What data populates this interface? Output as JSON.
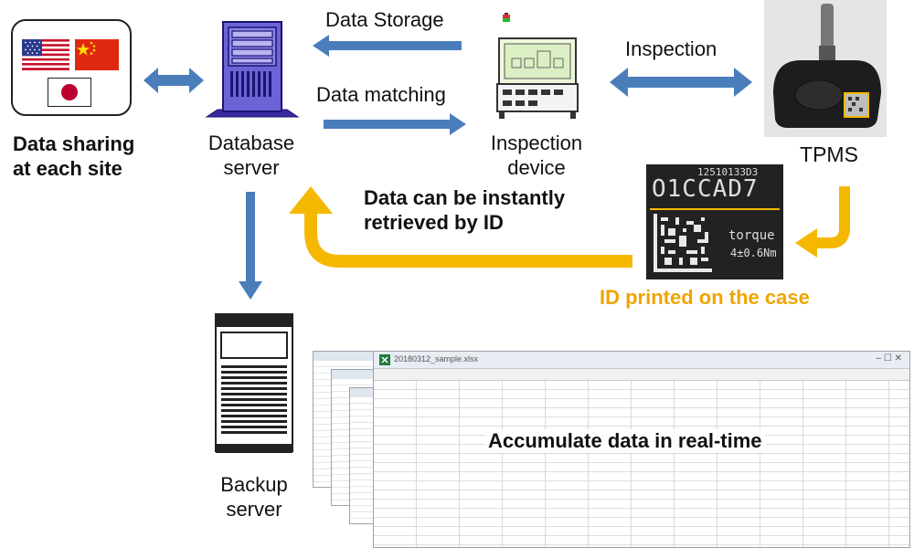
{
  "nodes": {
    "sharing": "Data sharing\nat each site",
    "database_server": "Database\nserver",
    "inspection_device": "Inspection\ndevice",
    "tpms": "TPMS",
    "backup_server": "Backup\nserver"
  },
  "edges": {
    "data_storage": "Data Storage",
    "data_matching": "Data matching",
    "inspection": "Inspection"
  },
  "callouts": {
    "retrieve": "Data can be instantly\nretrieved by ID",
    "id_printed": "ID printed on the case",
    "accumulate": "Accumulate data in real-time"
  },
  "id_label": {
    "serial": "12510133D3",
    "code": "O1CCAD7",
    "torque_word": "torque",
    "torque_value": "4±0.6Nm"
  },
  "spreadsheet": {
    "filename": "20180312_sample.xlsx"
  },
  "colors": {
    "arrow_blue": "#4a7ebb",
    "arrow_yellow": "#f5b800",
    "id_text": "#f0a400"
  },
  "icons": [
    "us-flag-icon",
    "china-flag-icon",
    "japan-flag-icon",
    "database-server-icon",
    "inspection-device-icon",
    "tpms-sensor-icon",
    "backup-server-icon",
    "spreadsheet-icon"
  ]
}
